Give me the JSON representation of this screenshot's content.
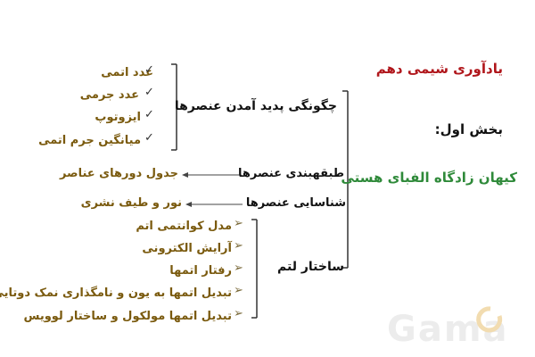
{
  "header": {
    "title": "یادآوری شیمی دهم"
  },
  "section": {
    "label": "بخش اول:"
  },
  "root": {
    "label": "کیهان زادگاه الفبای هستی"
  },
  "branches": [
    {
      "label": "چگونگی پدید آمدن عنصرها",
      "items": [
        "عدد اتمی",
        "عدد جرمی",
        "ایزوتوپ",
        "میانگین جرم اتمی"
      ]
    },
    {
      "label": "طبقهبندی عنصرها",
      "target": "جدول دورهای عناصر"
    },
    {
      "label": "شناسایی عنصرها",
      "target": "نور و طیف نشری"
    },
    {
      "label": "ساختار لتم",
      "items": [
        "مدل کوانتمی اتم",
        "آرایش الکترونی",
        "رفتار اتمها",
        "تبدیل اتمها به یون و نامگذاری نمک دوتایی",
        "تبدیل اتمها مولکول و ساختار لوویس"
      ]
    }
  ],
  "watermark": {
    "text": "Gama"
  },
  "icons": {
    "check": "checkmark-icon",
    "bullet": "arrowhead-bullet-icon",
    "arrow": "left-arrow-icon"
  },
  "colors": {
    "title": "#b0161b",
    "items": "#7a5a0e",
    "root": "#2f8a3a",
    "labels": "#111111"
  }
}
